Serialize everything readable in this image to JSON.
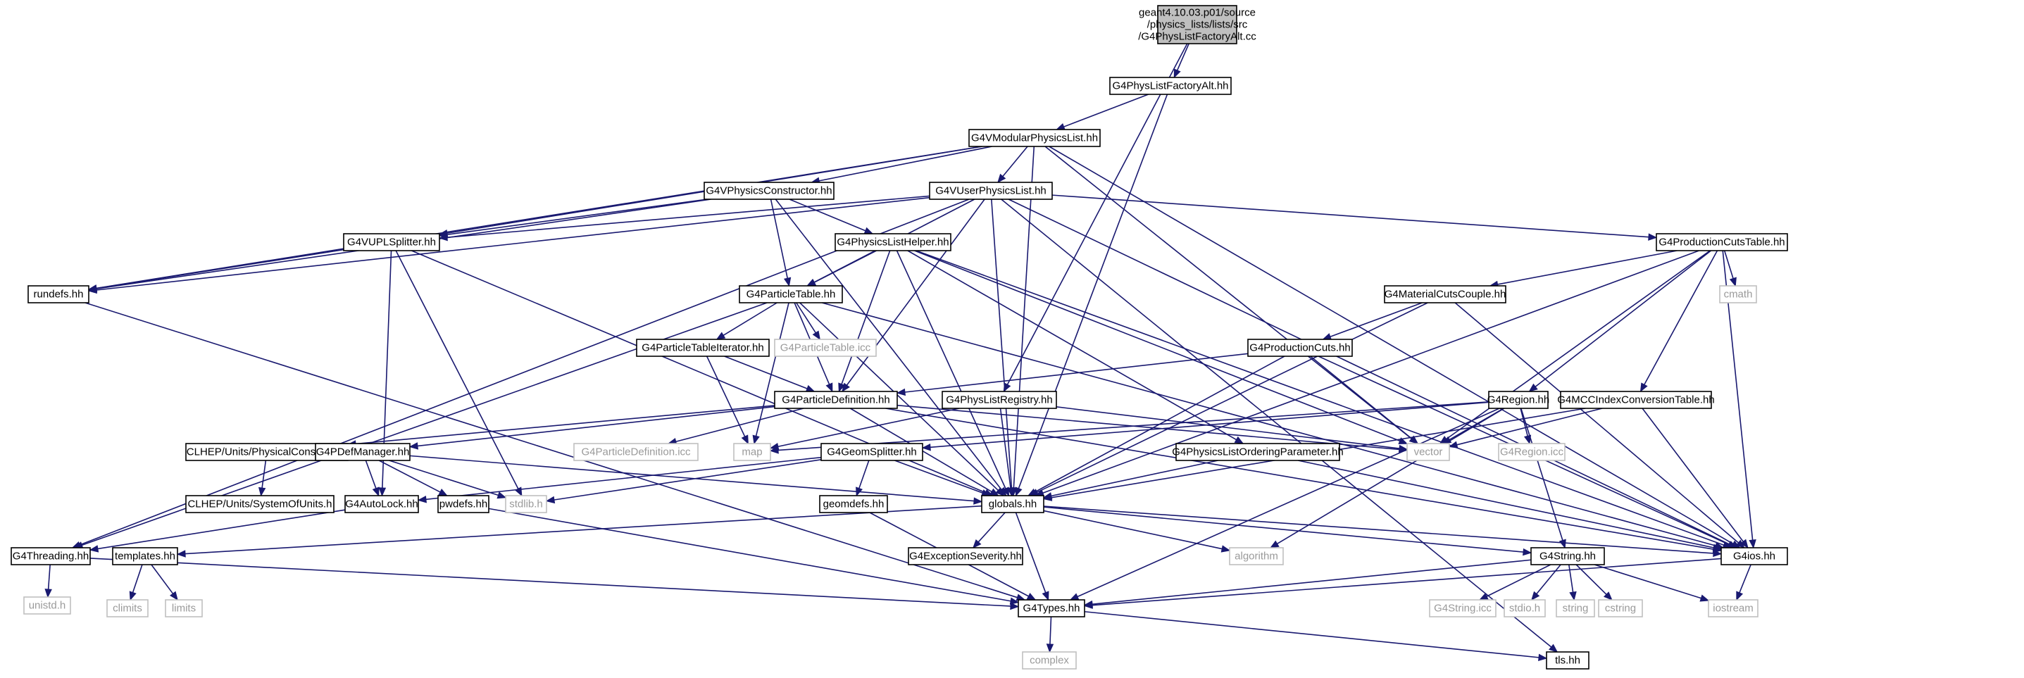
{
  "nodes": [
    {
      "id": "root",
      "lines": [
        "geant4.10.03.p01/source",
        "/physics_lists/lists/src",
        "/G4PhysListFactoryAlt.cc"
      ],
      "kind": "root"
    },
    {
      "id": "factory",
      "lines": [
        "G4PhysListFactoryAlt.hh"
      ],
      "kind": "file"
    },
    {
      "id": "vmodular",
      "lines": [
        "G4VModularPhysicsList.hh"
      ],
      "kind": "file"
    },
    {
      "id": "vphyscons",
      "lines": [
        "G4VPhysicsConstructor.hh"
      ],
      "kind": "file"
    },
    {
      "id": "vuser",
      "lines": [
        "G4VUserPhysicsList.hh"
      ],
      "kind": "file"
    },
    {
      "id": "vupl",
      "lines": [
        "G4VUPLSplitter.hh"
      ],
      "kind": "file"
    },
    {
      "id": "helper",
      "lines": [
        "G4PhysicsListHelper.hh"
      ],
      "kind": "file"
    },
    {
      "id": "prodcutstable",
      "lines": [
        "G4ProductionCutsTable.hh"
      ],
      "kind": "file"
    },
    {
      "id": "rundefs",
      "lines": [
        "rundefs.hh"
      ],
      "kind": "file"
    },
    {
      "id": "ptable",
      "lines": [
        "G4ParticleTable.hh"
      ],
      "kind": "file"
    },
    {
      "id": "matcuts",
      "lines": [
        "G4MaterialCutsCouple.hh"
      ],
      "kind": "file"
    },
    {
      "id": "cmath",
      "lines": [
        "cmath"
      ],
      "kind": "sys"
    },
    {
      "id": "ptableiter",
      "lines": [
        "G4ParticleTableIterator.hh"
      ],
      "kind": "file"
    },
    {
      "id": "ptableicc",
      "lines": [
        "G4ParticleTable.icc"
      ],
      "kind": "sys"
    },
    {
      "id": "prodcuts",
      "lines": [
        "G4ProductionCuts.hh"
      ],
      "kind": "file"
    },
    {
      "id": "pdef",
      "lines": [
        "G4ParticleDefinition.hh"
      ],
      "kind": "file"
    },
    {
      "id": "registry",
      "lines": [
        "G4PhysListRegistry.hh"
      ],
      "kind": "file"
    },
    {
      "id": "region",
      "lines": [
        "G4Region.hh"
      ],
      "kind": "file"
    },
    {
      "id": "mcc",
      "lines": [
        "G4MCCIndexConversionTable.hh"
      ],
      "kind": "file"
    },
    {
      "id": "clhepphys",
      "lines": [
        "CLHEP/Units/PhysicalConstants.h"
      ],
      "kind": "file"
    },
    {
      "id": "pdefmgr",
      "lines": [
        "G4PDefManager.hh"
      ],
      "kind": "file"
    },
    {
      "id": "pdeficc",
      "lines": [
        "G4ParticleDefinition.icc"
      ],
      "kind": "sys"
    },
    {
      "id": "map",
      "lines": [
        "map"
      ],
      "kind": "sys"
    },
    {
      "id": "geomsplit",
      "lines": [
        "G4GeomSplitter.hh"
      ],
      "kind": "file"
    },
    {
      "id": "ordering",
      "lines": [
        "G4PhysicsListOrderingParameter.hh"
      ],
      "kind": "file"
    },
    {
      "id": "vector",
      "lines": [
        "vector"
      ],
      "kind": "sys"
    },
    {
      "id": "regionicc",
      "lines": [
        "G4Region.icc"
      ],
      "kind": "sys"
    },
    {
      "id": "clhepunits",
      "lines": [
        "CLHEP/Units/SystemOfUnits.h"
      ],
      "kind": "file"
    },
    {
      "id": "autolock",
      "lines": [
        "G4AutoLock.hh"
      ],
      "kind": "file"
    },
    {
      "id": "pwdefs",
      "lines": [
        "pwdefs.hh"
      ],
      "kind": "file"
    },
    {
      "id": "stdlib",
      "lines": [
        "stdlib.h"
      ],
      "kind": "sys"
    },
    {
      "id": "geomdefs",
      "lines": [
        "geomdefs.hh"
      ],
      "kind": "file"
    },
    {
      "id": "globals",
      "lines": [
        "globals.hh"
      ],
      "kind": "file"
    },
    {
      "id": "threading",
      "lines": [
        "G4Threading.hh"
      ],
      "kind": "file"
    },
    {
      "id": "templates",
      "lines": [
        "templates.hh"
      ],
      "kind": "file"
    },
    {
      "id": "exception",
      "lines": [
        "G4ExceptionSeverity.hh"
      ],
      "kind": "file"
    },
    {
      "id": "algorithm",
      "lines": [
        "algorithm"
      ],
      "kind": "sys"
    },
    {
      "id": "g4string",
      "lines": [
        "G4String.hh"
      ],
      "kind": "file"
    },
    {
      "id": "g4ios",
      "lines": [
        "G4ios.hh"
      ],
      "kind": "file"
    },
    {
      "id": "unistd",
      "lines": [
        "unistd.h"
      ],
      "kind": "sys"
    },
    {
      "id": "climits",
      "lines": [
        "climits"
      ],
      "kind": "sys"
    },
    {
      "id": "limits",
      "lines": [
        "limits"
      ],
      "kind": "sys"
    },
    {
      "id": "g4types",
      "lines": [
        "G4Types.hh"
      ],
      "kind": "file"
    },
    {
      "id": "stringicc",
      "lines": [
        "G4String.icc"
      ],
      "kind": "sys"
    },
    {
      "id": "stdio",
      "lines": [
        "stdio.h"
      ],
      "kind": "sys"
    },
    {
      "id": "string",
      "lines": [
        "string"
      ],
      "kind": "sys"
    },
    {
      "id": "cstring",
      "lines": [
        "cstring"
      ],
      "kind": "sys"
    },
    {
      "id": "iostream",
      "lines": [
        "iostream"
      ],
      "kind": "sys"
    },
    {
      "id": "complex",
      "lines": [
        "complex"
      ],
      "kind": "sys"
    },
    {
      "id": "tls",
      "lines": [
        "tls.hh"
      ],
      "kind": "file"
    }
  ],
  "edges": [
    [
      "root",
      "factory"
    ],
    [
      "root",
      "registry"
    ],
    [
      "factory",
      "vmodular"
    ],
    [
      "factory",
      "globals"
    ],
    [
      "vmodular",
      "vphyscons"
    ],
    [
      "vmodular",
      "vuser"
    ],
    [
      "vmodular",
      "vupl"
    ],
    [
      "vmodular",
      "rundefs"
    ],
    [
      "vmodular",
      "globals"
    ],
    [
      "vmodular",
      "vector"
    ],
    [
      "vmodular",
      "g4ios"
    ],
    [
      "vphyscons",
      "vupl"
    ],
    [
      "vphyscons",
      "rundefs"
    ],
    [
      "vphyscons",
      "helper"
    ],
    [
      "vphyscons",
      "ptable"
    ],
    [
      "vphyscons",
      "globals"
    ],
    [
      "vuser",
      "vupl"
    ],
    [
      "vuser",
      "rundefs"
    ],
    [
      "vuser",
      "ptable"
    ],
    [
      "vuser",
      "pdef"
    ],
    [
      "vuser",
      "prodcutstable"
    ],
    [
      "vuser",
      "threading"
    ],
    [
      "vuser",
      "globals"
    ],
    [
      "vuser",
      "g4ios"
    ],
    [
      "vuser",
      "tls"
    ],
    [
      "vupl",
      "rundefs"
    ],
    [
      "vupl",
      "autolock"
    ],
    [
      "vupl",
      "stdlib"
    ],
    [
      "vupl",
      "globals"
    ],
    [
      "helper",
      "ptable"
    ],
    [
      "helper",
      "pdef"
    ],
    [
      "helper",
      "ordering"
    ],
    [
      "helper",
      "vector"
    ],
    [
      "helper",
      "globals"
    ],
    [
      "helper",
      "g4ios"
    ],
    [
      "prodcutstable",
      "matcuts"
    ],
    [
      "prodcutstable",
      "cmath"
    ],
    [
      "prodcutstable",
      "region"
    ],
    [
      "prodcutstable",
      "mcc"
    ],
    [
      "prodcutstable",
      "vector"
    ],
    [
      "prodcutstable",
      "globals"
    ],
    [
      "prodcutstable",
      "g4ios"
    ],
    [
      "rundefs",
      "g4types"
    ],
    [
      "ptable",
      "ptableiter"
    ],
    [
      "ptable",
      "ptableicc"
    ],
    [
      "ptable",
      "pdef"
    ],
    [
      "ptable",
      "map"
    ],
    [
      "ptable",
      "threading"
    ],
    [
      "ptable",
      "globals"
    ],
    [
      "ptable",
      "g4ios"
    ],
    [
      "matcuts",
      "prodcuts"
    ],
    [
      "matcuts",
      "globals"
    ],
    [
      "matcuts",
      "g4ios"
    ],
    [
      "ptableiter",
      "pdef"
    ],
    [
      "ptableiter",
      "map"
    ],
    [
      "prodcuts",
      "pdef"
    ],
    [
      "prodcuts",
      "vector"
    ],
    [
      "prodcuts",
      "globals"
    ],
    [
      "prodcuts",
      "g4ios"
    ],
    [
      "pdef",
      "clhepphys"
    ],
    [
      "pdef",
      "pdefmgr"
    ],
    [
      "pdef",
      "pdeficc"
    ],
    [
      "pdef",
      "vector"
    ],
    [
      "pdef",
      "globals"
    ],
    [
      "pdef",
      "g4ios"
    ],
    [
      "registry",
      "map"
    ],
    [
      "registry",
      "vector"
    ],
    [
      "registry",
      "globals"
    ],
    [
      "region",
      "map"
    ],
    [
      "region",
      "vector"
    ],
    [
      "region",
      "regionicc"
    ],
    [
      "region",
      "geomsplit"
    ],
    [
      "region",
      "algorithm"
    ],
    [
      "region",
      "g4string"
    ],
    [
      "region",
      "g4types"
    ],
    [
      "mcc",
      "vector"
    ],
    [
      "mcc",
      "globals"
    ],
    [
      "mcc",
      "g4ios"
    ],
    [
      "clhepphys",
      "clhepunits"
    ],
    [
      "pdefmgr",
      "autolock"
    ],
    [
      "pdefmgr",
      "pwdefs"
    ],
    [
      "pdefmgr",
      "stdlib"
    ],
    [
      "pdefmgr",
      "globals"
    ],
    [
      "geomsplit",
      "autolock"
    ],
    [
      "geomsplit",
      "geomdefs"
    ],
    [
      "geomsplit",
      "stdlib"
    ],
    [
      "geomsplit",
      "globals"
    ],
    [
      "ordering",
      "globals"
    ],
    [
      "ordering",
      "g4ios"
    ],
    [
      "autolock",
      "threading"
    ],
    [
      "pwdefs",
      "g4types"
    ],
    [
      "geomdefs",
      "g4types"
    ],
    [
      "globals",
      "templates"
    ],
    [
      "globals",
      "exception"
    ],
    [
      "globals",
      "algorithm"
    ],
    [
      "globals",
      "g4string"
    ],
    [
      "globals",
      "g4ios"
    ],
    [
      "globals",
      "g4types"
    ],
    [
      "threading",
      "unistd"
    ],
    [
      "threading",
      "g4types"
    ],
    [
      "templates",
      "climits"
    ],
    [
      "templates",
      "limits"
    ],
    [
      "g4string",
      "stringicc"
    ],
    [
      "g4string",
      "stdio"
    ],
    [
      "g4string",
      "string"
    ],
    [
      "g4string",
      "cstring"
    ],
    [
      "g4string",
      "iostream"
    ],
    [
      "g4string",
      "g4types"
    ],
    [
      "g4ios",
      "iostream"
    ],
    [
      "g4ios",
      "g4types"
    ],
    [
      "g4types",
      "complex"
    ],
    [
      "g4types",
      "tls"
    ]
  ]
}
